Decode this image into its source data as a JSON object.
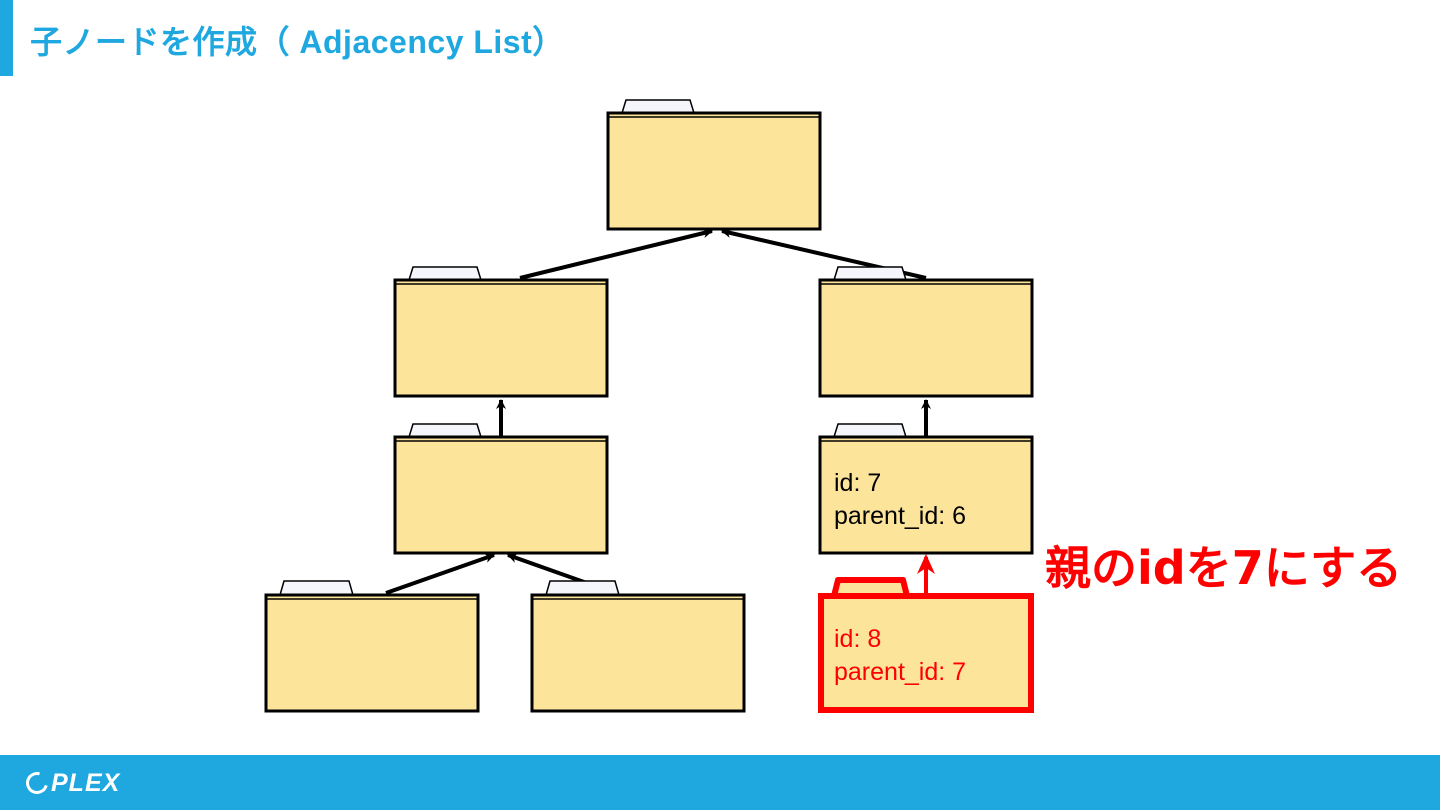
{
  "slide": {
    "title": "子ノードを作成（ Adjacency List）",
    "annotation": "親のidを7にする"
  },
  "nodes": {
    "node_7": {
      "id_line": "id: 7",
      "parent_line": "parent_id: 6"
    },
    "node_8": {
      "id_line": "id: 8",
      "parent_line": "parent_id: 7"
    }
  },
  "footer": {
    "logo_text": "PLEX"
  },
  "colors": {
    "accent": "#1fa8e0",
    "folder_fill": "#fde49b",
    "folder_tab": "#f4f6fb",
    "highlight": "#ff0000",
    "stroke": "#000000"
  }
}
